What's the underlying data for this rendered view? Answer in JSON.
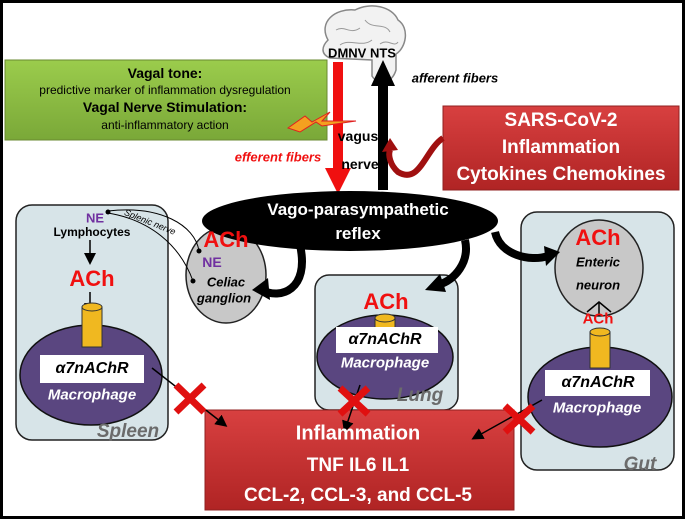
{
  "brain": {
    "labels": "DMNV  NTS"
  },
  "green_box": {
    "line1": "Vagal tone:",
    "line2": "predictive marker of inflammation dysregulation",
    "line3": "Vagal Nerve Stimulation:",
    "line4": "anti-inflammatory action"
  },
  "vagus": {
    "line1": "vagus",
    "line2": "nerve"
  },
  "efferent_label": "efferent fibers",
  "afferent_label": "afferent fibers",
  "sars_box": {
    "line1": "SARS-CoV-2",
    "line2": "Inflammation",
    "line3": "Cytokines  Chemokines"
  },
  "reflex": {
    "line1": "Vago-parasympathetic",
    "line2": "reflex"
  },
  "spleen": {
    "ne": "NE",
    "lymphocytes": "Lymphocytes",
    "ach": "ACh",
    "receptor": "α7nAChR",
    "macrophage": "Macrophage",
    "organ": "Spleen",
    "nerve": "Splenic nerve"
  },
  "celiac": {
    "ach": "ACh",
    "ne": "NE",
    "line1": "Celiac",
    "line2": "ganglion"
  },
  "lung": {
    "ach": "ACh",
    "receptor": "α7nAChR",
    "macrophage": "Macrophage",
    "organ": "Lung"
  },
  "gut": {
    "ach": "ACh",
    "neuron1": "Enteric",
    "neuron2": "neuron",
    "ach_small": "ACh",
    "receptor": "α7nAChR",
    "macrophage": "Macrophage",
    "organ": "Gut"
  },
  "inflammation_box": {
    "line1": "Inflammation",
    "line2": "TNF  IL6  IL1",
    "line3": "CCL-2, CCL-3, and CCL-5"
  },
  "colors": {
    "panel": "#d7e4e8",
    "macrophage": "#5a4680",
    "receptor": "#f0b820",
    "red_box": "#c83030",
    "green_box": "#8ab840",
    "ach": "#f01010",
    "ne": "#7030a0"
  }
}
